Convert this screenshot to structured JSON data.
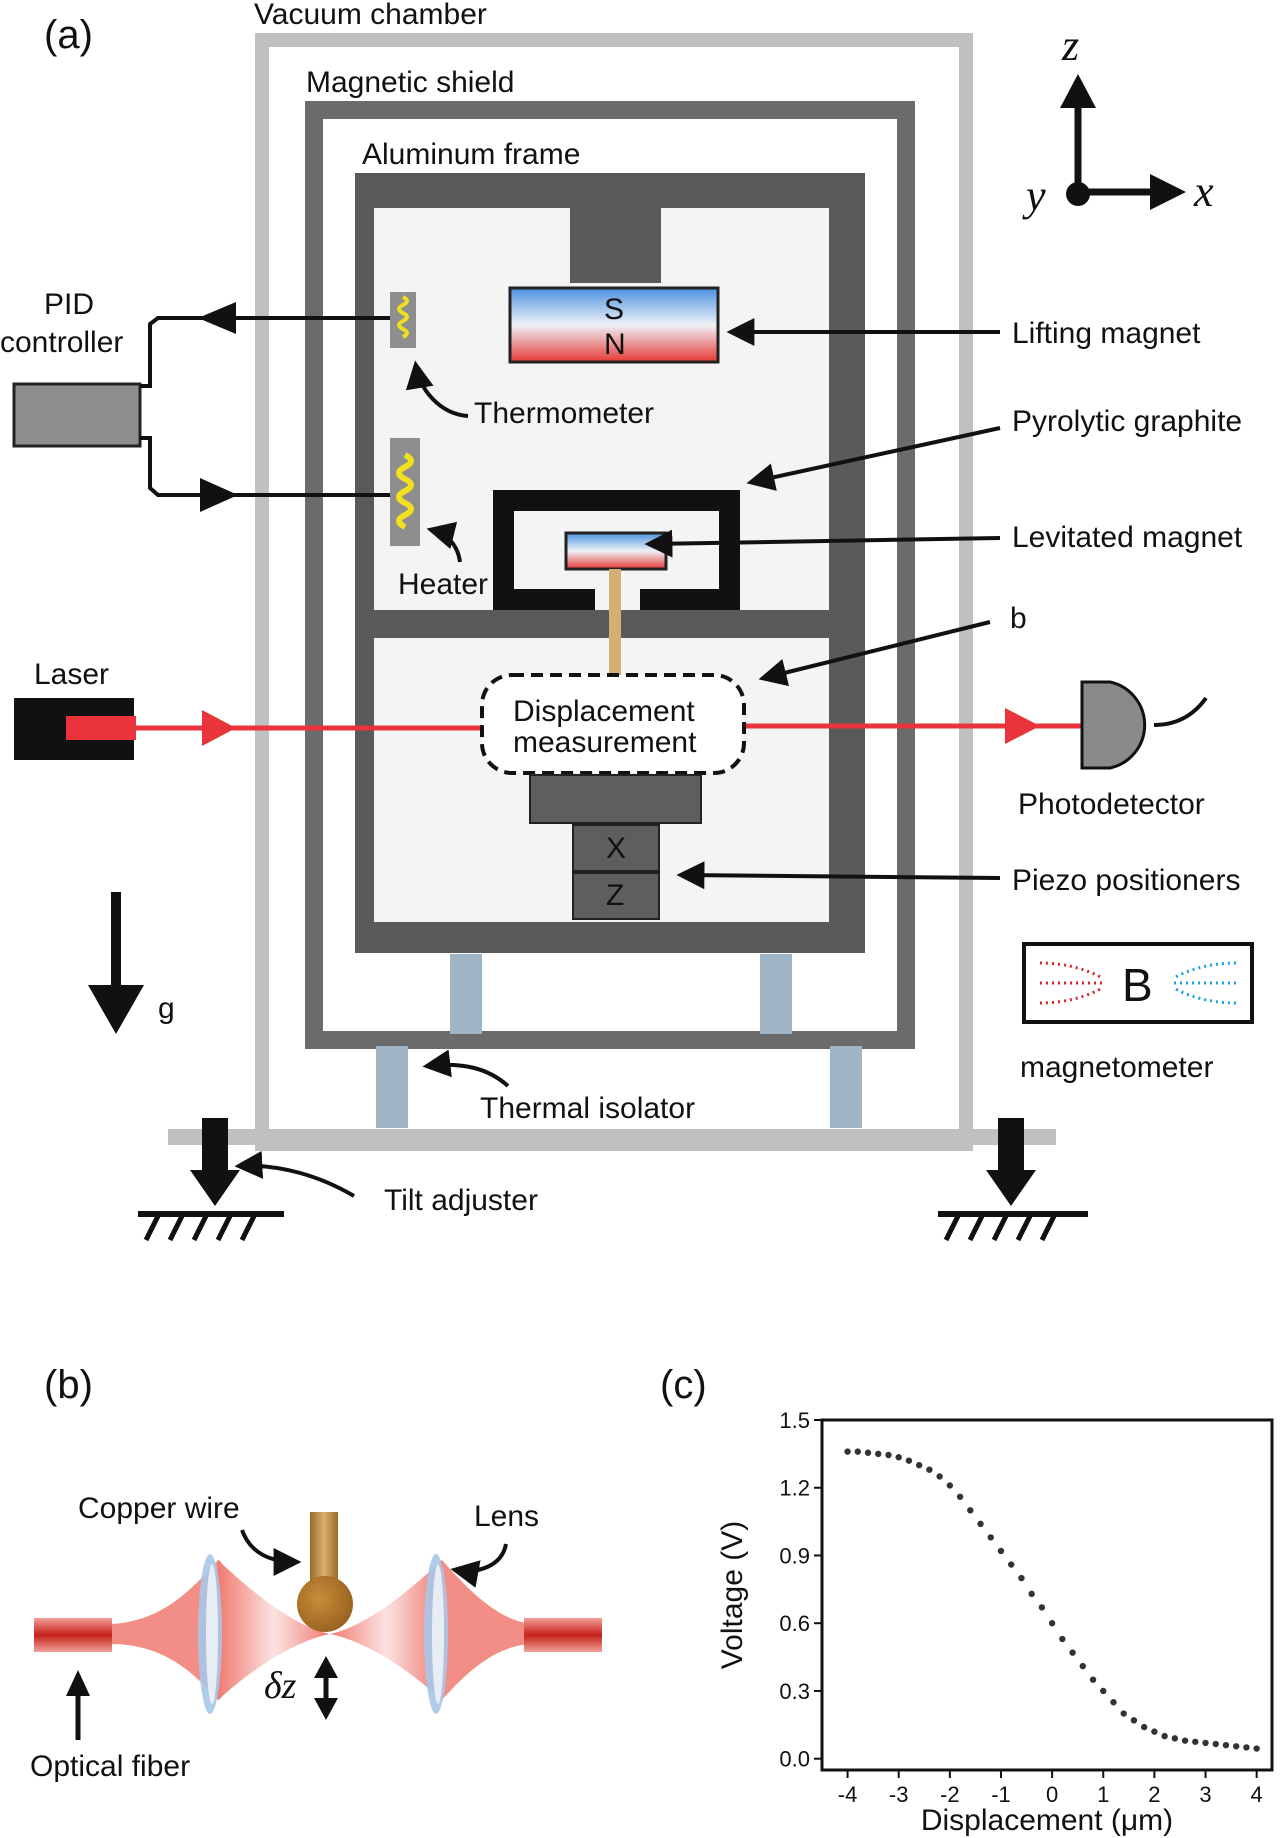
{
  "panel_a": {
    "label": "(a)",
    "vacuum_chamber": "Vacuum chamber",
    "magnetic_shield": "Magnetic shield",
    "aluminum_frame": "Aluminum frame",
    "pid_line1": "PID",
    "pid_line2": "controller",
    "thermometer": "Thermometer",
    "heater": "Heater",
    "lifting_magnet": "Lifting magnet",
    "magnet_s": "S",
    "magnet_n": "N",
    "pyrolytic_graphite": "Pyrolytic graphite",
    "levitated_magnet": "Levitated magnet",
    "b_ref": "b",
    "laser": "Laser",
    "displacement_line1": "Displacement",
    "displacement_line2": "measurement",
    "photodetector": "Photodetector",
    "piezo_x": "X",
    "piezo_z": "Z",
    "piezo_positioners": "Piezo positioners",
    "gravity": "g",
    "magnetometer_symbol": "B",
    "magnetometer": "magnetometer",
    "thermal_isolator": "Thermal isolator",
    "tilt_adjuster": "Tilt adjuster",
    "axis_z": "z",
    "axis_y": "y",
    "axis_x": "x"
  },
  "panel_b": {
    "label": "(b)",
    "copper_wire": "Copper wire",
    "lens": "Lens",
    "delta_z": "δz",
    "optical_fiber": "Optical fiber"
  },
  "panel_c": {
    "label": "(c)",
    "chart_data": {
      "type": "scatter",
      "xlabel": "Displacement (μm)",
      "ylabel": "Voltage (V)",
      "xlim": [
        -4.5,
        4.3
      ],
      "ylim": [
        -0.05,
        1.5
      ],
      "xticks": [
        -4,
        -3,
        -2,
        -1,
        0,
        1,
        2,
        3,
        4
      ],
      "yticks": [
        0.0,
        0.3,
        0.6,
        0.9,
        1.2,
        1.5
      ],
      "ytick_labels": [
        "0.0",
        "0.3",
        "0.6",
        "0.9",
        "1.2",
        "1.5"
      ],
      "grid": false,
      "x": [
        -4.0,
        -3.8,
        -3.6,
        -3.4,
        -3.2,
        -3.0,
        -2.8,
        -2.6,
        -2.4,
        -2.2,
        -2.0,
        -1.8,
        -1.6,
        -1.4,
        -1.2,
        -1.0,
        -0.8,
        -0.6,
        -0.4,
        -0.2,
        0.0,
        0.2,
        0.4,
        0.6,
        0.8,
        1.0,
        1.2,
        1.4,
        1.6,
        1.8,
        2.0,
        2.2,
        2.4,
        2.6,
        2.8,
        3.0,
        3.2,
        3.4,
        3.6,
        3.8,
        4.0
      ],
      "y": [
        1.36,
        1.36,
        1.355,
        1.35,
        1.345,
        1.335,
        1.32,
        1.3,
        1.28,
        1.25,
        1.21,
        1.16,
        1.1,
        1.04,
        0.98,
        0.92,
        0.86,
        0.8,
        0.73,
        0.67,
        0.6,
        0.53,
        0.47,
        0.41,
        0.35,
        0.3,
        0.25,
        0.2,
        0.17,
        0.14,
        0.12,
        0.1,
        0.09,
        0.08,
        0.075,
        0.07,
        0.065,
        0.06,
        0.055,
        0.05,
        0.045
      ]
    }
  },
  "colors": {
    "chamber": "#c0c0c0",
    "shield": "#6b6b6b",
    "frame": "#5a5a5a",
    "laser_red": "#e8343a",
    "isolator": "#9fb4c4",
    "heater_yellow": "#f0e020",
    "magnet_blue": "#5a9fe0",
    "magnet_red": "#e53935"
  }
}
